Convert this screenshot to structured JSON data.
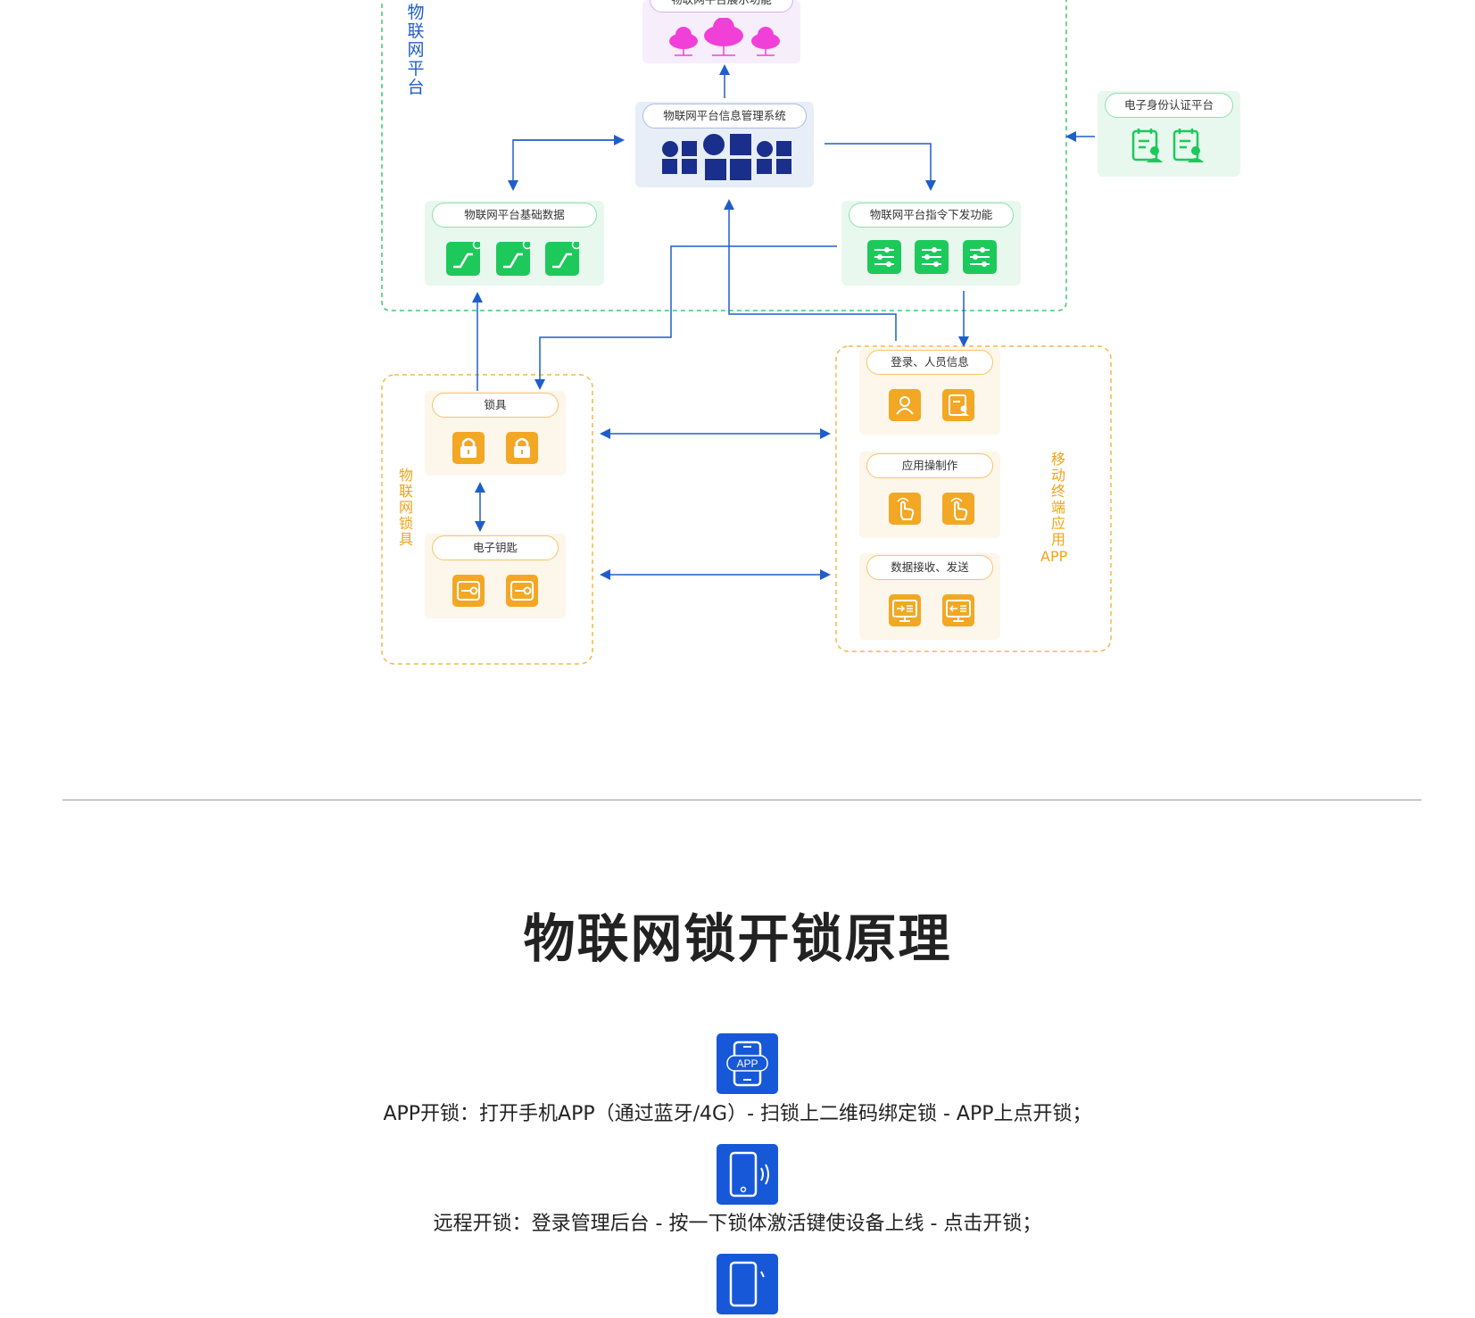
{
  "diagram": {
    "platform_label": "物联网平台",
    "top_box_label": "物联网平台展示功能",
    "info_system_label": "物联网平台信息管理系统",
    "base_data_label": "物联网平台基础数据",
    "command_label": "物联网平台指令下发功能",
    "id_auth_label": "电子身份认证平台",
    "lock_group_label": "物联网锁具",
    "lock_label": "锁具",
    "key_label": "电子钥匙",
    "app_group_label": "移动终端应用",
    "app_group_suffix": "APP",
    "login_label": "登录、人员信息",
    "app_control_label": "应用操制作",
    "data_label": "数据接收、发送",
    "colors": {
      "green": "#1dc95b",
      "orange": "#f2a824",
      "navy": "#1a2e8c",
      "pink": "#f040d8",
      "arrow": "#1f5ec9"
    }
  },
  "section": {
    "title": "物联网锁开锁原理",
    "items": [
      {
        "icon": "phone-app-icon",
        "icon_text": "APP",
        "text": "APP开锁：打开手机APP（通过蓝牙/4G）- 扫锁上二维码绑定锁 - APP上点开锁；"
      },
      {
        "icon": "phone-signal-icon",
        "text": "远程开锁：登录管理后台 - 按一下锁体激活键使设备上线 - 点击开锁；"
      },
      {
        "icon": "phone-icon"
      }
    ]
  }
}
